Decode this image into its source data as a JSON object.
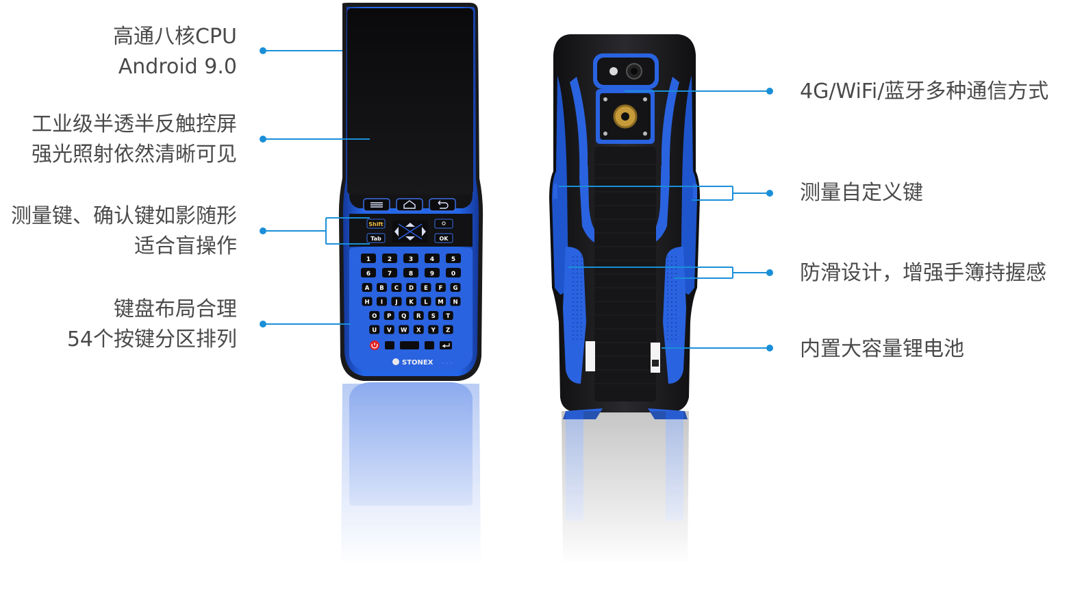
{
  "annotations": {
    "left": [
      {
        "id": "cpu",
        "lines": [
          "高通八核CPU",
          "Android 9.0"
        ]
      },
      {
        "id": "screen",
        "lines": [
          "工业级半透半反触控屏",
          "强光照射依然清晰可见"
        ]
      },
      {
        "id": "keys",
        "lines": [
          "测量键、确认键如影随形",
          "适合盲操作"
        ]
      },
      {
        "id": "keyboard",
        "lines": [
          "键盘布局合理",
          "54个按键分区排列"
        ]
      }
    ],
    "right": [
      {
        "id": "comm",
        "lines": [
          "4G/WiFi/蓝牙多种通信方式"
        ]
      },
      {
        "id": "custom-key",
        "lines": [
          "测量自定义键"
        ]
      },
      {
        "id": "grip",
        "lines": [
          "防滑设计，增强手簿持握感"
        ]
      },
      {
        "id": "battery",
        "lines": [
          "内置大容量锂电池"
        ]
      }
    ]
  },
  "device": {
    "brand": "STONEX",
    "top_keys": {
      "shift": "Shift",
      "tab": "Tab",
      "ok": "OK"
    },
    "number_row": [
      "1",
      "2",
      "3",
      "4",
      "5",
      "6",
      "7",
      "8",
      "9",
      "0"
    ],
    "letter_rows": [
      [
        "A",
        "B",
        "C",
        "D",
        "E",
        "F",
        "G"
      ],
      [
        "H",
        "I",
        "J",
        "K",
        "L",
        "M",
        "N"
      ],
      [
        "O",
        "P",
        "Q",
        "R",
        "S",
        "T"
      ],
      [
        "U",
        "V",
        "W",
        "X",
        "Y",
        "Z"
      ]
    ]
  },
  "colors": {
    "accent_line": "#1a8fd8",
    "device_blue": "#1f5bd6",
    "device_black": "#1c1c1e",
    "text": "#4a4a4a"
  }
}
